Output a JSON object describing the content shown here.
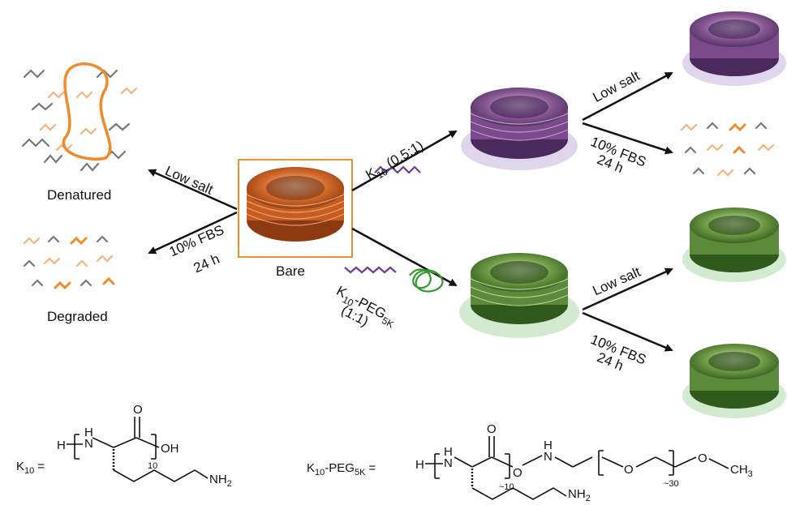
{
  "labels": {
    "denatured": "Denatured",
    "degraded": "Degraded",
    "bare": "Bare",
    "low_salt": "Low salt",
    "fbs_1": "10% FBS",
    "fbs_2": "24 h",
    "k10_ratio": "(0.5:1)",
    "k10_prefix": "K",
    "k10_sub": "10",
    "peg_prefix": "K",
    "peg_sub": "10",
    "peg_mid": "-PEG",
    "peg_sub2": "5K",
    "peg_ratio": "(1:1)"
  },
  "chemistry": {
    "k10_label": "K",
    "k10_label_sub": "10",
    "equals": "=",
    "h": "H",
    "n_h": "H",
    "n": "N",
    "o": "O",
    "oh": "OH",
    "repeat_10": "10",
    "nh2": "NH",
    "nh2_sub": "2",
    "peg_label": "K",
    "peg_label_sub": "10",
    "peg_label_mid": "-PEG",
    "peg_label_sub2": "5K",
    "repeat_approx_10": "~10",
    "repeat_approx_30": "~30",
    "ch3": "CH",
    "ch3_sub": "3"
  },
  "colors": {
    "bare_ring": "#d4692a",
    "bare_frame": "#e8942f",
    "k10_ring": "#7a4a8c",
    "k10_halo": "#b9a3d8",
    "peg_ring": "#5d8a3a",
    "peg_halo": "#a5d6a0",
    "strand_orange": "#f08a2a",
    "strand_light": "#f6b27a",
    "strand_gray": "#777777",
    "purple_strand": "#6a3c9c",
    "green_coil": "#2f9a2f"
  }
}
